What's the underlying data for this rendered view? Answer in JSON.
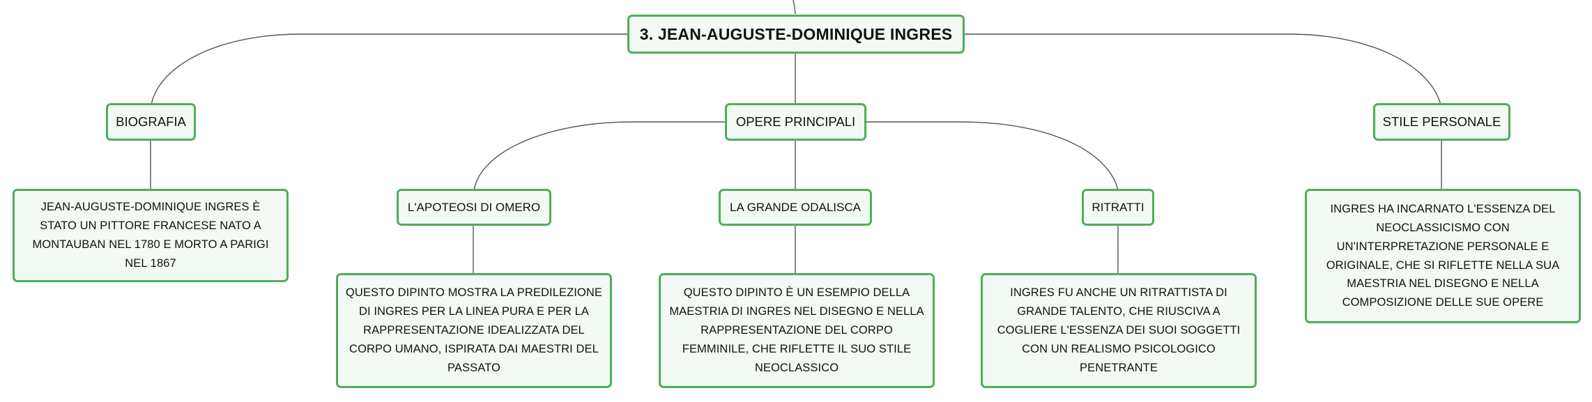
{
  "root": {
    "label": "3. JEAN-AUGUSTE-DOMINIQUE INGRES"
  },
  "branches": {
    "biografia": {
      "label": "BIOGRAFIA",
      "note": "JEAN-AUGUSTE-DOMINIQUE INGRES È STATO UN PITTORE FRANCESE NATO A MONTAUBAN NEL 1780 E MORTO A PARIGI NEL 1867"
    },
    "opere": {
      "label": "OPERE PRINCIPALI",
      "apoteosi": {
        "label": "L'APOTEOSI DI OMERO",
        "note": "QUESTO DIPINTO MOSTRA LA PREDILEZIONE DI INGRES PER LA LINEA PURA E PER LA RAPPRESENTAZIONE IDEALIZZATA DEL CORPO UMANO, ISPIRATA DAI MAESTRI DEL PASSATO"
      },
      "odalisca": {
        "label": "LA GRANDE ODALISCA",
        "note": "QUESTO DIPINTO È UN ESEMPIO DELLA MAESTRIA DI INGRES NEL DISEGNO E NELLA RAPPRESENTAZIONE DEL CORPO FEMMINILE, CHE RIFLETTE IL SUO STILE NEOCLASSICO"
      },
      "ritratti": {
        "label": "RITRATTI",
        "note": "INGRES FU ANCHE UN RITRATTISTA DI GRANDE TALENTO, CHE RIUSCIVA A COGLIERE L'ESSENZA DEI SUOI SOGGETTI CON UN REALISMO PSICOLOGICO PENETRANTE"
      }
    },
    "stile": {
      "label": "STILE PERSONALE",
      "note": "INGRES HA INCARNATO L'ESSENZA DEL NEOCLASSICISMO CON UN'INTERPRETAZIONE PERSONALE E ORIGINALE, CHE SI RIFLETTE NELLA SUA MAESTRIA NEL DISEGNO E NELLA COMPOSIZIONE DELLE SUE OPERE"
    }
  },
  "colors": {
    "border": "#4caf5a",
    "fill": "#f3faf4",
    "line": "#555555",
    "text": "#111111"
  }
}
